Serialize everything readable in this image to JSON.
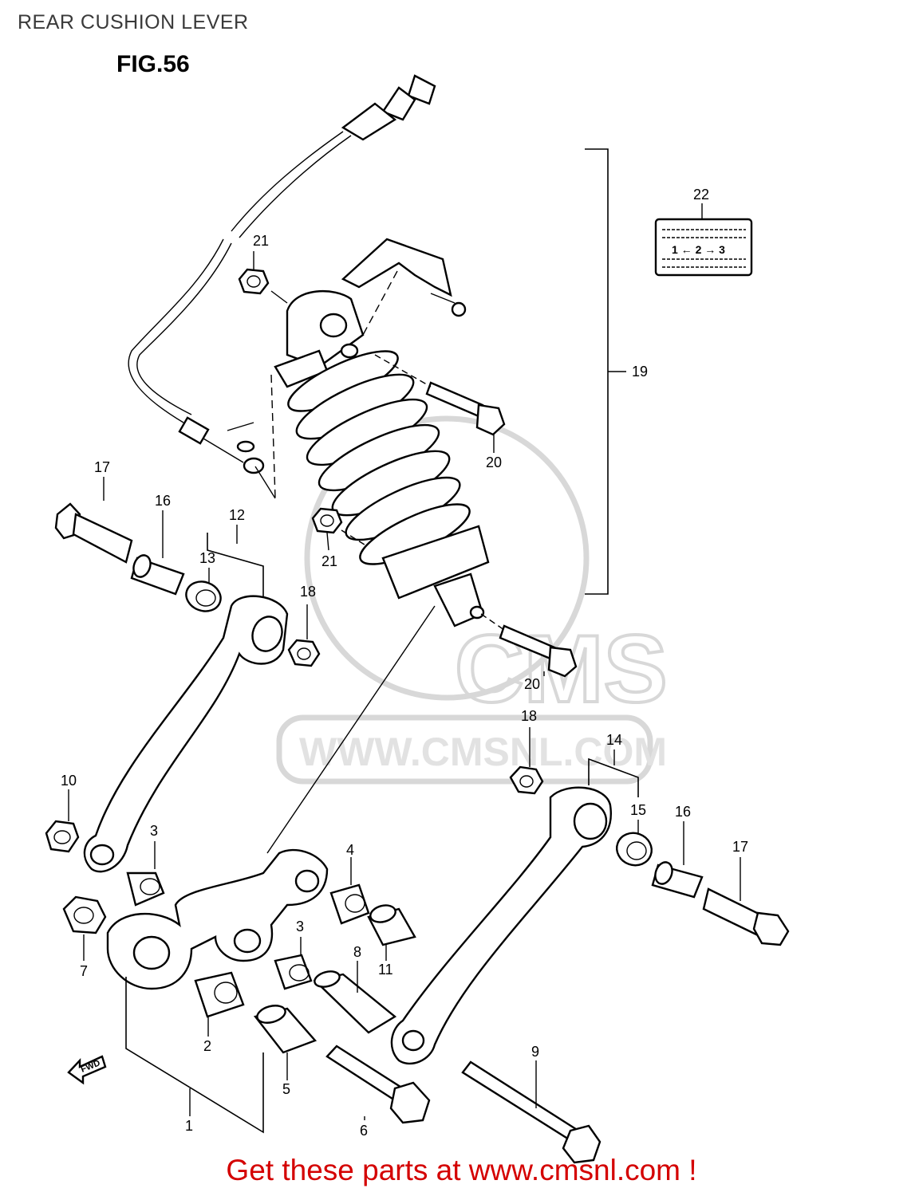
{
  "title": "REAR CUSHION LEVER",
  "figure": "FIG.56",
  "footer": "Get these parts at www.cmsnl.com !",
  "watermark": {
    "brand": "CMS",
    "url": "WWW.CMSNL.COM",
    "color": "#d8d8d8"
  },
  "label_box": {
    "callout": "22",
    "text": "1 ← 2 → 3"
  },
  "fwd_label": "FWD",
  "callouts": [
    "1",
    "2",
    "3",
    "3",
    "4",
    "5",
    "6",
    "7",
    "8",
    "9",
    "10",
    "11",
    "12",
    "13",
    "14",
    "15",
    "16",
    "16",
    "17",
    "17",
    "18",
    "18",
    "19",
    "20",
    "20",
    "21",
    "21",
    "22"
  ],
  "colors": {
    "footer": "#d40000",
    "title": "#3a3a3a",
    "line": "#000000"
  }
}
